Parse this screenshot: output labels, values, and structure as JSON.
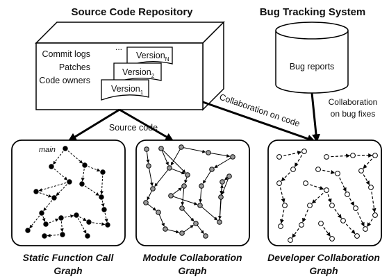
{
  "repository": {
    "title": "Source Code Repository",
    "items": [
      "Commit logs",
      "Patches",
      "Code owners"
    ],
    "ellipsis": "...",
    "versions": [
      {
        "base": "Version",
        "sub": "N"
      },
      {
        "base": "Version",
        "sub": "2"
      },
      {
        "base": "Version",
        "sub": "1"
      }
    ]
  },
  "bug_tracker": {
    "title": "Bug Tracking System",
    "db_label": "Bug reports"
  },
  "edges": {
    "source_code": "Source code",
    "collab_code": "Collaboration on code",
    "collab_bug_line1": "Collaboration",
    "collab_bug_line2": "on bug fixes"
  },
  "graphs": [
    {
      "label_line1": "Static Function Call",
      "label_line2": "Graph",
      "inner": "main"
    },
    {
      "label_line1": "Module Collaboration",
      "label_line2": "Graph"
    },
    {
      "label_line1": "Developer Collaboration",
      "label_line2": "Graph"
    }
  ],
  "colors": {
    "stroke": "#000000",
    "static_node": "#000000",
    "module_node": "#9a9a9a",
    "developer_node": "#ffffff"
  }
}
